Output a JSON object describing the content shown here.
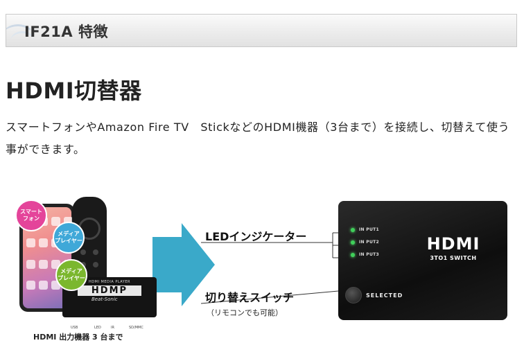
{
  "section": {
    "title": "IF21A 特徴"
  },
  "main": {
    "title": "HDMI切替器",
    "description": "スマートフォンやAmazon Fire TV　StickなどのHDMI機器（3台まで）を接続し、切替えて使う事ができます。"
  },
  "figure": {
    "badges": [
      {
        "text": "スマート\nフォン",
        "color": "#e4449a"
      },
      {
        "text": "メディア\nプレイヤー",
        "color": "#3fa8d8"
      },
      {
        "text": "メディア\nプレイヤー",
        "color": "#7bb72e"
      }
    ],
    "player": {
      "brand_text": "HDMI MEDIA PLAYER",
      "logo_text": "HDMP",
      "sub_text": "Beat-Sonic",
      "ports": [
        "USB",
        "LED",
        "IR",
        "SD/MMC"
      ]
    },
    "caption": "HDMI 出力機器 3 台まで",
    "callouts": {
      "led": "LEDインジケーター",
      "switch": "切り替えスイッチ",
      "switch_note": "（リモコンでも可能）"
    },
    "device": {
      "inputs": [
        "IN PUT1",
        "IN PUT2",
        "IN PUT3"
      ],
      "logo": "HDMI",
      "subtitle": "3TO1 SWITCH",
      "button_label": "SELECTED"
    },
    "colors": {
      "arrow": "#3aa9c9",
      "led": "#3fd05a"
    }
  }
}
